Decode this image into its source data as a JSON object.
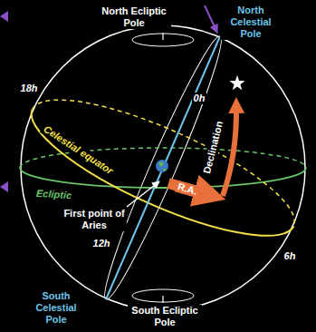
{
  "diagram": {
    "labels": [
      "North Ecliptic Pole",
      "North Celestial Pole",
      "18h",
      "0h",
      "Celestial equator",
      "Ecliptic",
      "First point of Aries",
      "R.A.",
      "Declination",
      "12h",
      "6h",
      "South Celestial Pole",
      "South Ecliptic Pole"
    ]
  }
}
